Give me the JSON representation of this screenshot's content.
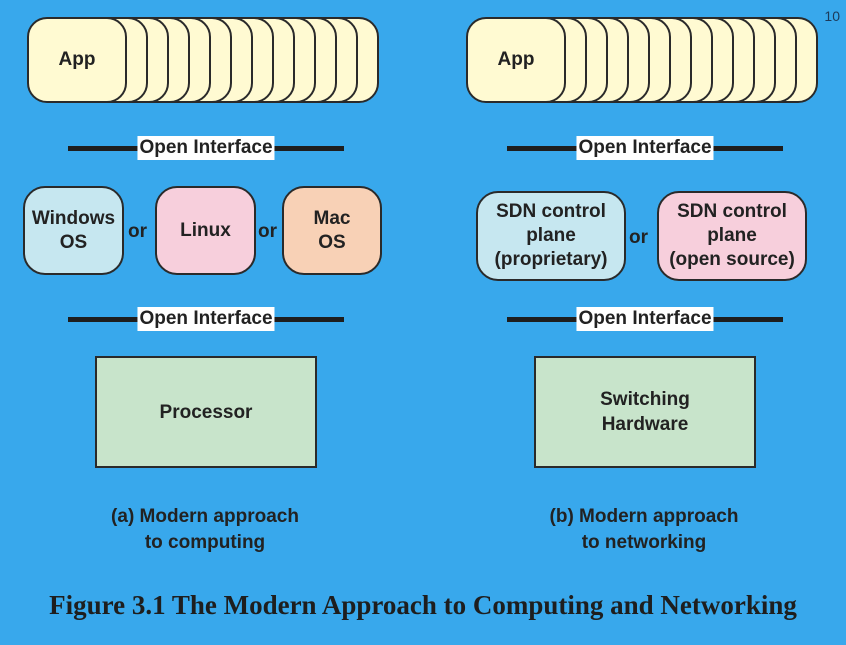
{
  "page_number": "10",
  "colors": {
    "background": "#38a8ec",
    "app_card": "#fffad2",
    "os_windows": "#c6e7f0",
    "os_linux": "#f7cfdc",
    "os_mac": "#f8d1b6",
    "sdn_proprietary": "#c6e7f0",
    "sdn_open_source": "#f7cfdc",
    "hardware": "#c8e4cb"
  },
  "panels": [
    {
      "app_label": "App",
      "app_stack_count": 13,
      "upper_interface": "Open Interface",
      "middle_options": [
        "Windows\nOS",
        "Linux",
        "Mac\nOS"
      ],
      "or_label": "or",
      "lower_interface": "Open Interface",
      "hardware_label": "Processor",
      "subcaption": "(a) Modern approach\nto computing"
    },
    {
      "app_label": "App",
      "app_stack_count": 13,
      "upper_interface": "Open Interface",
      "middle_options": [
        "SDN control\nplane\n(proprietary)",
        "SDN control\nplane\n(open source)"
      ],
      "or_label": "or",
      "lower_interface": "Open Interface",
      "hardware_label": "Switching\nHardware",
      "subcaption": "(b) Modern approach\nto networking"
    }
  ],
  "figure_caption": "Figure 3.1  The Modern Approach to Computing and Networking"
}
